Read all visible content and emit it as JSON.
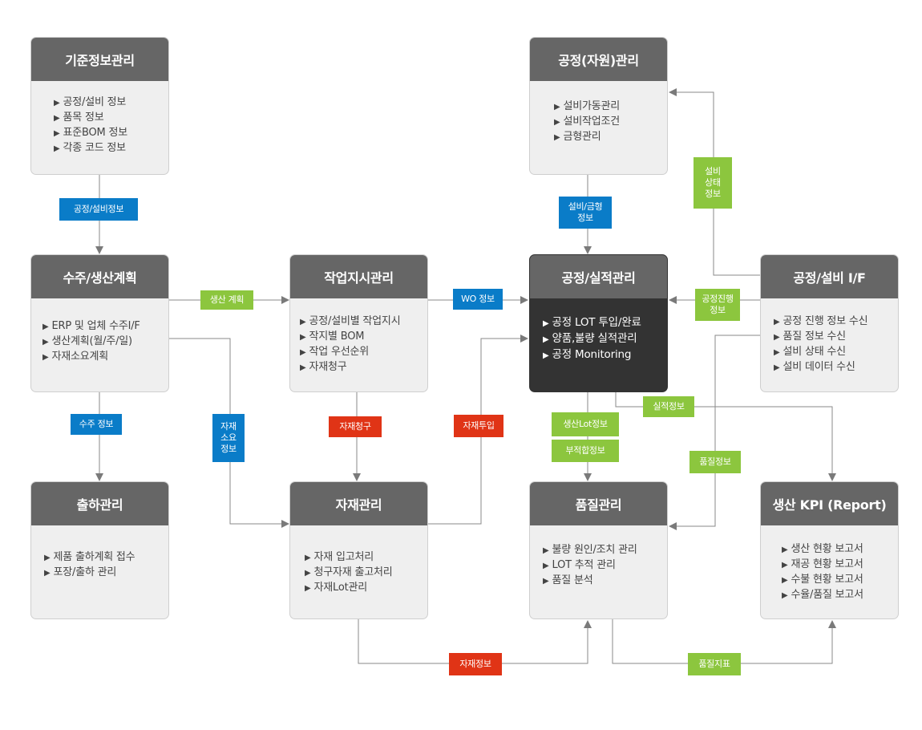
{
  "colors": {
    "header": "#666666",
    "body": "#efefef",
    "dark_body": "#333333",
    "blue_tag": "#0a7cc8",
    "green_tag": "#8cc63e",
    "red_tag": "#e03416",
    "line": "#7a7a7a"
  },
  "boxes": {
    "master": {
      "title": "기준정보관리",
      "items": [
        "공정/설비 정보",
        "품목 정보",
        "표준BOM 정보",
        "각종 코드 정보"
      ]
    },
    "resource": {
      "title": "공정(자원)관리",
      "items": [
        "설비가동관리",
        "설비작업조건",
        "금형관리"
      ]
    },
    "order": {
      "title": "수주/생산계획",
      "items": [
        "ERP 및 업체 수주I/F",
        "생산계획(월/주/일)",
        "자재소요계획"
      ]
    },
    "work": {
      "title": "작업지시관리",
      "items": [
        "공정/설비별 작업지시",
        "작지별 BOM",
        "작업 우선순위",
        "자재청구"
      ]
    },
    "process": {
      "title": "공정/실적관리",
      "items": [
        "공정 LOT 투입/완료",
        "양품,불량 실적관리",
        "공정 Monitoring"
      ]
    },
    "equip_if": {
      "title": "공정/설비 I/F",
      "items": [
        "공정 진행 정보 수신",
        "품질 정보 수신",
        "설비 상태 수신",
        "설비 데이터 수신"
      ]
    },
    "shipping": {
      "title": "출하관리",
      "items": [
        "제품 출하계획 접수",
        "포장/출하 관리"
      ]
    },
    "material": {
      "title": "자재관리",
      "items": [
        "자재 입고처리",
        "청구자재 출고처리",
        "자재Lot관리"
      ]
    },
    "quality": {
      "title": "품질관리",
      "items": [
        "불량 원인/조치 관리",
        "LOT 추적 관리",
        "품질 분석"
      ]
    },
    "kpi": {
      "title": "생산 KPI (Report)",
      "items": [
        "생산 현황 보고서",
        "재공 현황 보고서",
        "수불 현황 보고서",
        "수율/품질 보고서"
      ]
    }
  },
  "tags": {
    "process_equip_info": "공정/설비정보",
    "order_info": "수주 정보",
    "prod_plan": "생산 계획",
    "wo_info": "WO 정보",
    "material_usage_info": "자재\n소요\n정보",
    "material_request": "자재청구",
    "material_input": "자재투입",
    "equip_mold_info": "설비/금형\n정보",
    "equip_status_info": "설비\n상태\n정보",
    "process_progress_info": "공정진행\n정보",
    "prod_lot_info": "생산Lot정보",
    "nonconform_info": "부적합정보",
    "result_info": "실적정보",
    "quality_info": "품질정보",
    "material_info": "자재정보",
    "quality_index": "품질지표"
  },
  "arrow_glyph": "▶"
}
